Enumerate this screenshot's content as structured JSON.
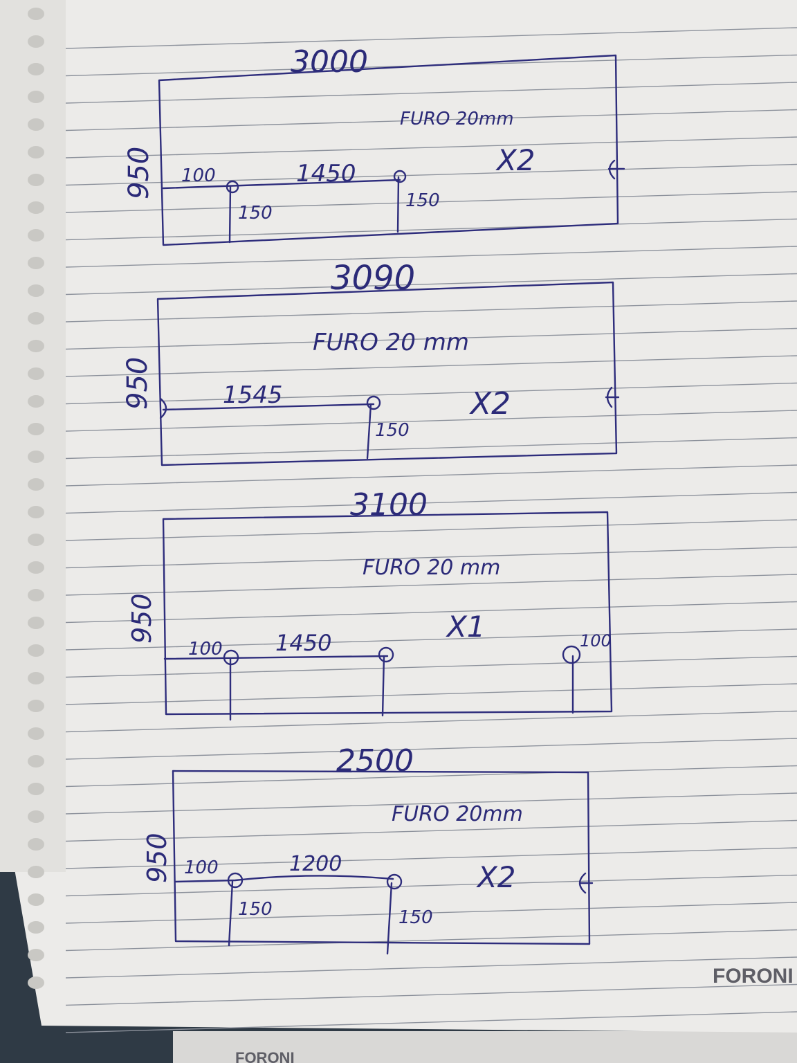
{
  "notebook": {
    "brand": "FORONI",
    "brand_bottom": "FORONI"
  },
  "colors": {
    "ink": "#2e2d7c",
    "paper": "#ecebe9",
    "rule": "#8d929c",
    "background": "#2f3a45"
  },
  "sketches": [
    {
      "width_label": "3000",
      "height_label": "950",
      "note": "FURO 20mm",
      "qty": "X2",
      "dims": [
        "100",
        "1450",
        "150",
        "150"
      ]
    },
    {
      "width_label": "3090",
      "height_label": "950",
      "note": "FURO 20 mm",
      "qty": "X2",
      "dims": [
        "1545",
        "150"
      ]
    },
    {
      "width_label": "3100",
      "height_label": "950",
      "note": "FURO 20 mm",
      "qty": "X1",
      "dims": [
        "100",
        "1450",
        "100"
      ]
    },
    {
      "width_label": "2500",
      "height_label": "950",
      "note": "FURO 20mm",
      "qty": "X2",
      "dims": [
        "100",
        "1200",
        "150",
        "150"
      ]
    }
  ]
}
